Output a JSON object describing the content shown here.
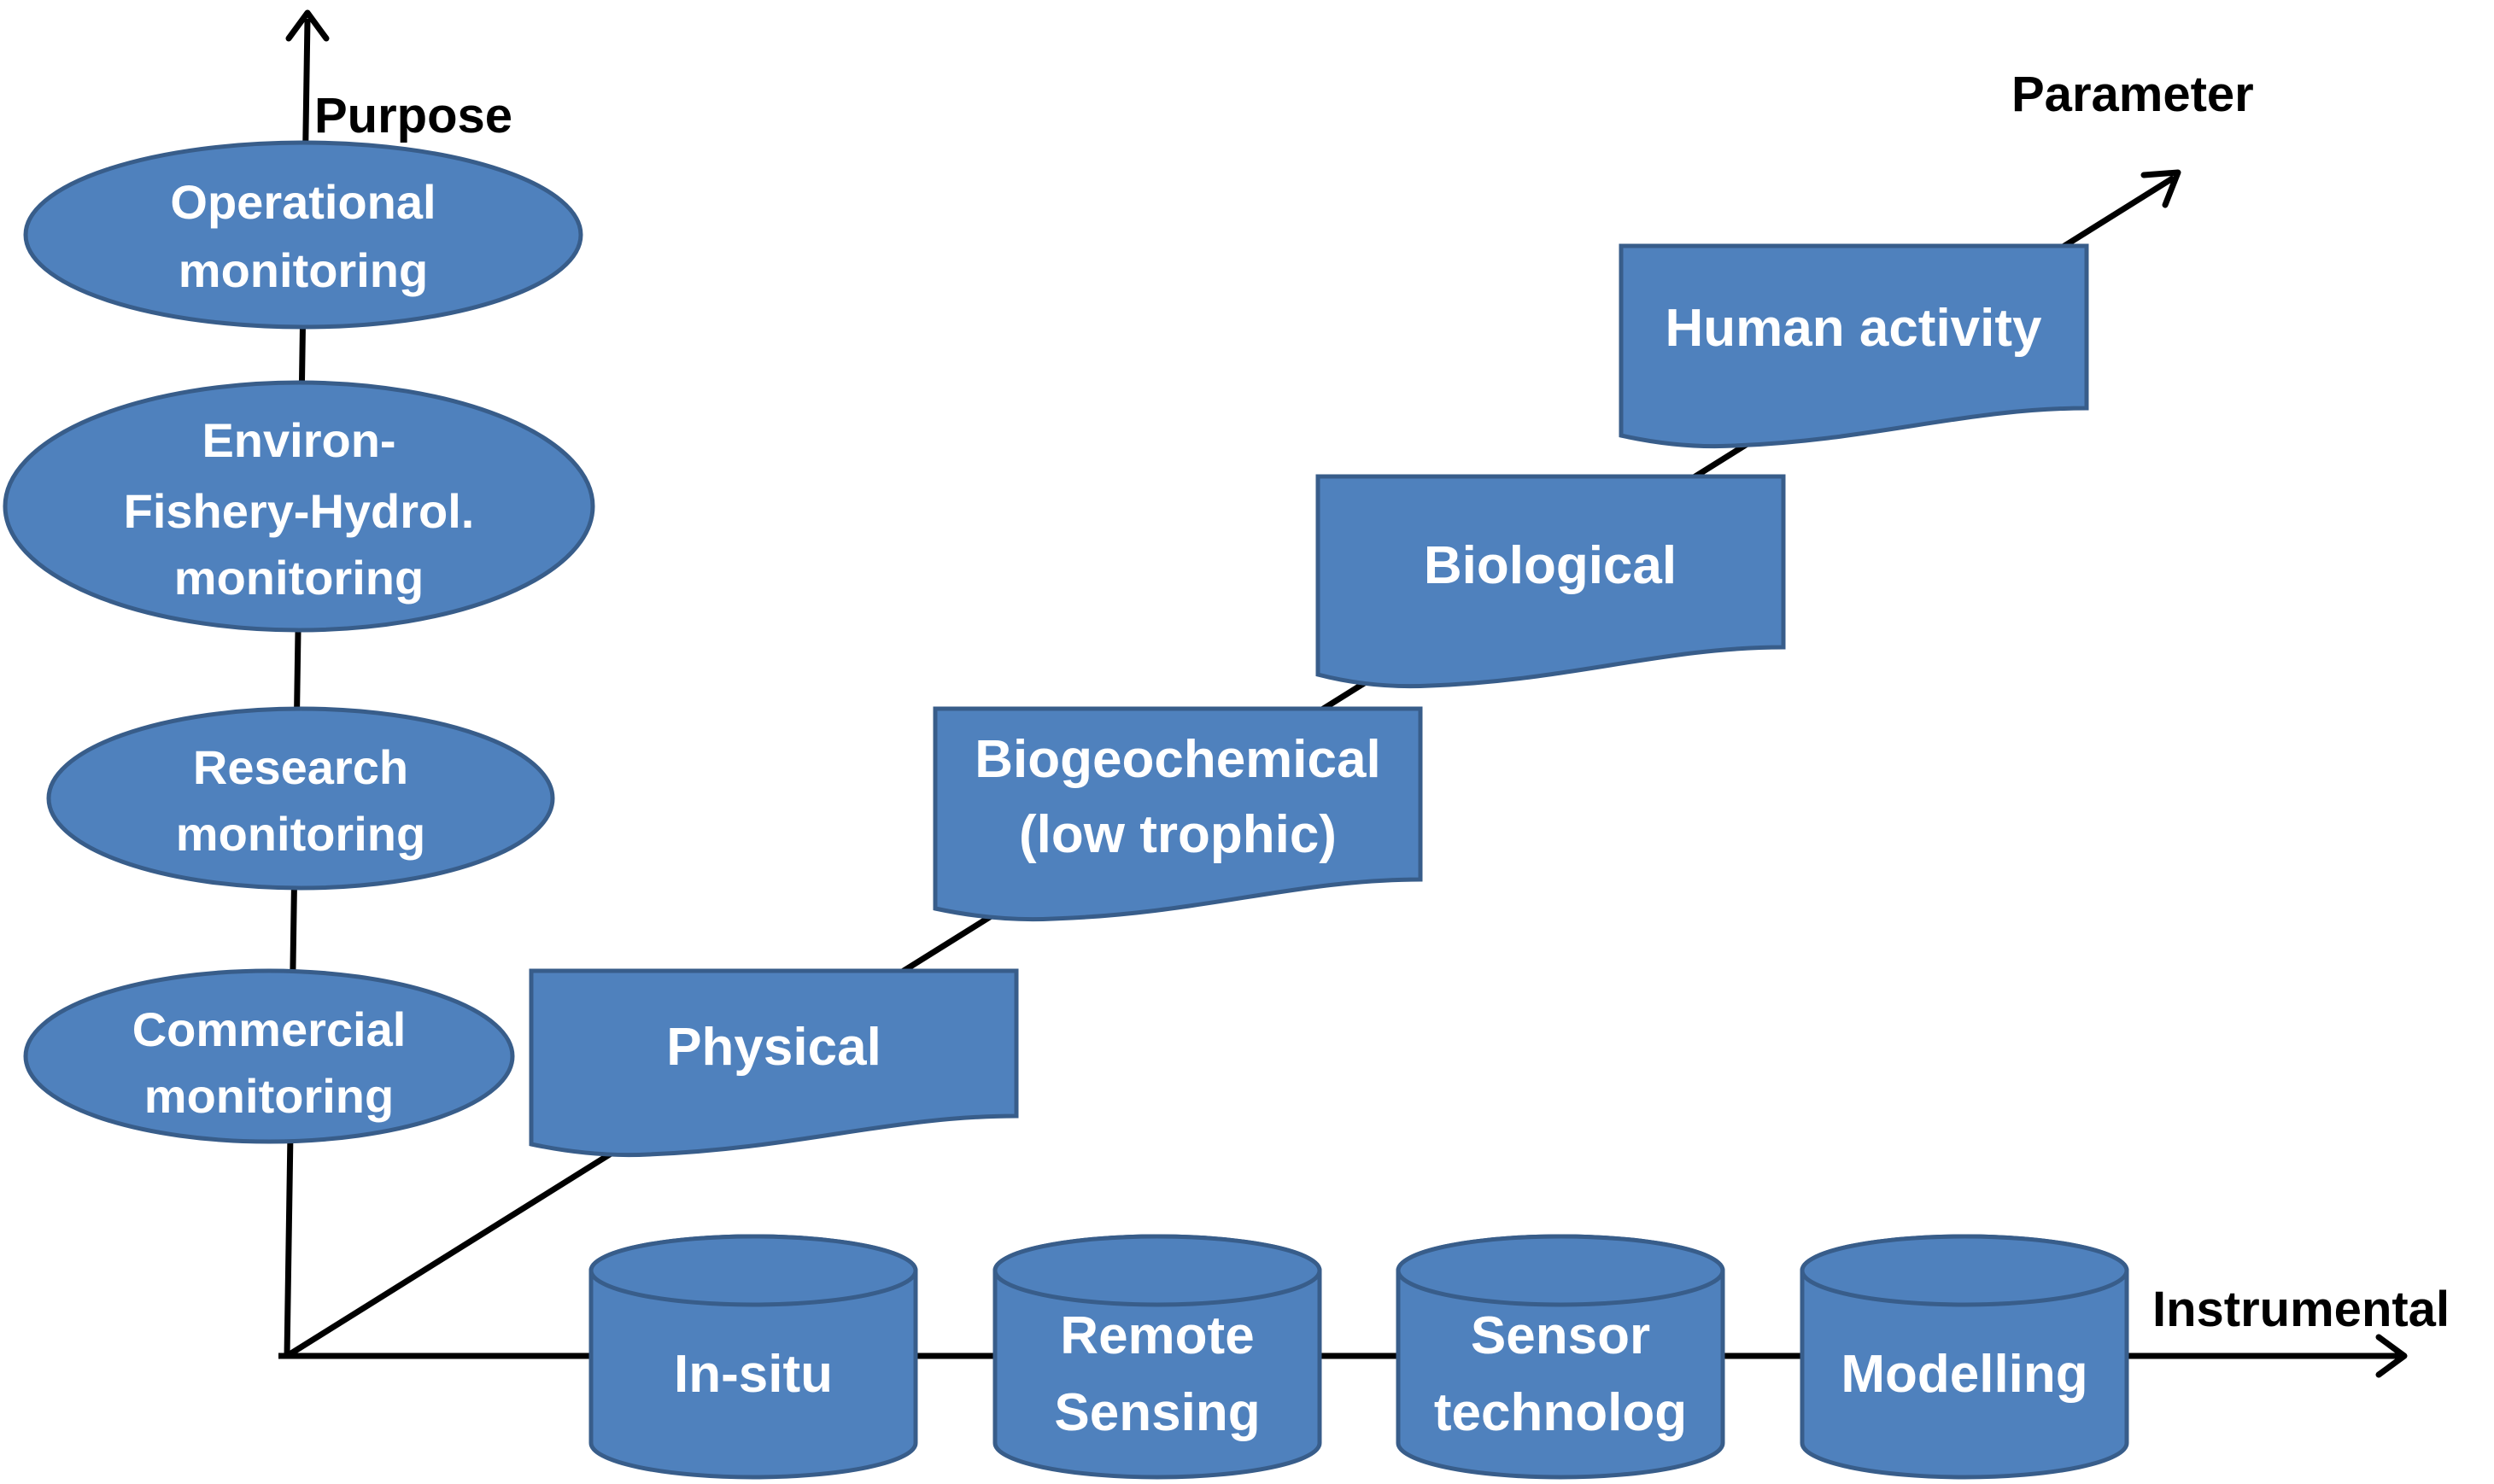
{
  "axes": {
    "purpose": "Purpose",
    "parameter": "Parameter",
    "instrumental": "Instrumental"
  },
  "purpose_nodes": [
    {
      "lines": [
        "Operational",
        "monitoring"
      ]
    },
    {
      "lines": [
        "Environ-",
        "Fishery-Hydrol.",
        "monitoring"
      ]
    },
    {
      "lines": [
        "Research",
        "monitoring"
      ]
    },
    {
      "lines": [
        "Commercial",
        "monitoring"
      ]
    }
  ],
  "parameter_nodes": [
    {
      "lines": [
        "Physical"
      ]
    },
    {
      "lines": [
        "Biogeochemical",
        "(low trophic)"
      ]
    },
    {
      "lines": [
        "Biological"
      ]
    },
    {
      "lines": [
        "Human activity"
      ]
    }
  ],
  "instrumental_nodes": [
    {
      "lines": [
        "In-situ"
      ]
    },
    {
      "lines": [
        "Remote",
        "Sensing"
      ]
    },
    {
      "lines": [
        "Sensor",
        "technolog"
      ]
    },
    {
      "lines": [
        "Modelling"
      ]
    }
  ],
  "colors": {
    "node_fill": "#4f81bd",
    "node_stroke": "#385d8a",
    "node_text": "#ffffff",
    "axis": "#000000"
  }
}
